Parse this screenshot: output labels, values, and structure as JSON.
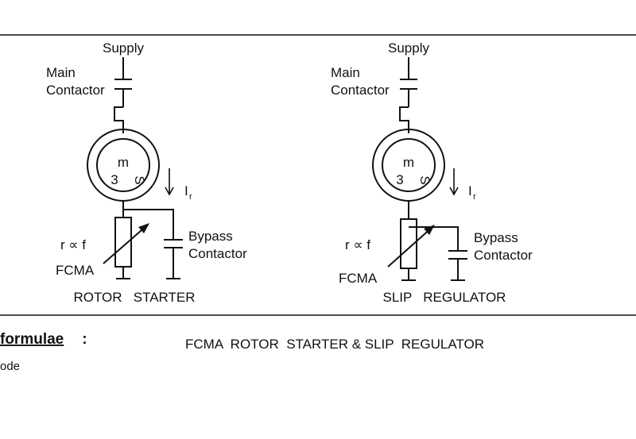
{
  "left_diagram": {
    "supply": "Supply",
    "contactor_line1": "Main",
    "contactor_line2": "Contactor",
    "motor_m": "m",
    "motor_3": "3",
    "motor_s": "S",
    "current_symbol": "I",
    "current_sub": "r",
    "relation": "r ∝ f",
    "bypass_line1": "Bypass",
    "bypass_line2": "Contactor",
    "fcma": "FCMA",
    "title": "ROTOR   STARTER"
  },
  "right_diagram": {
    "supply": "Supply",
    "contactor_line1": "Main",
    "contactor_line2": "Contactor",
    "motor_m": "m",
    "motor_3": "3",
    "motor_s": "S",
    "current_symbol": "I",
    "current_sub": "r",
    "relation": "r ∝ f",
    "bypass_line1": "Bypass",
    "bypass_line2": "Contactor",
    "fcma": "FCMA",
    "title": "SLIP   REGULATOR"
  },
  "footer": {
    "formulae_heading": "formulae",
    "formulae_colon": " :",
    "side_text": "ode",
    "figure_caption": "FCMA  ROTOR  STARTER & SLIP  REGULATOR"
  }
}
